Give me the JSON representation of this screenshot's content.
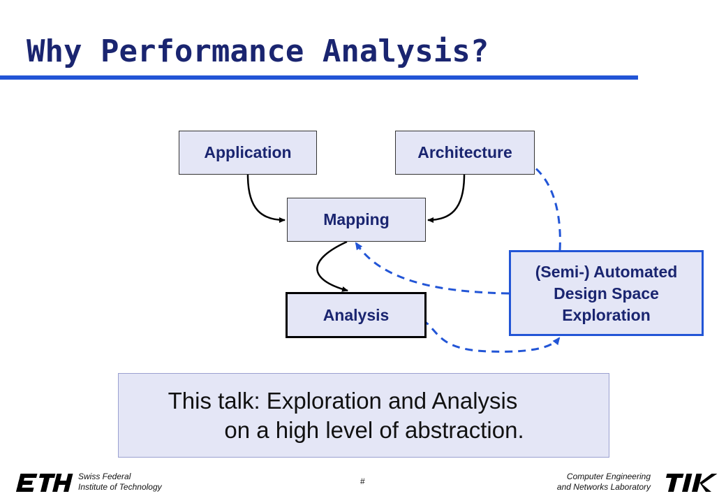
{
  "slide": {
    "title": "Why Performance Analysis?",
    "boxes": {
      "application": "Application",
      "architecture": "Architecture",
      "mapping": "Mapping",
      "analysis": "Analysis",
      "dse_line1": "(Semi-) Automated",
      "dse_line2": "Design Space",
      "dse_line3": "Exploration"
    },
    "callout": {
      "line1": "This talk: Exploration and Analysis",
      "line2": "on a high level of abstraction."
    }
  },
  "footer": {
    "left_line1": "Swiss Federal",
    "left_line2": "Institute of Technology",
    "page_number": "#",
    "right_line1": "Computer Engineering",
    "right_line2": "and Networks Laboratory",
    "left_logo": "ETH",
    "right_logo": "TIK"
  },
  "colors": {
    "title": "#1a2570",
    "accent_blue": "#2255d6",
    "box_fill": "#e4e6f6"
  }
}
